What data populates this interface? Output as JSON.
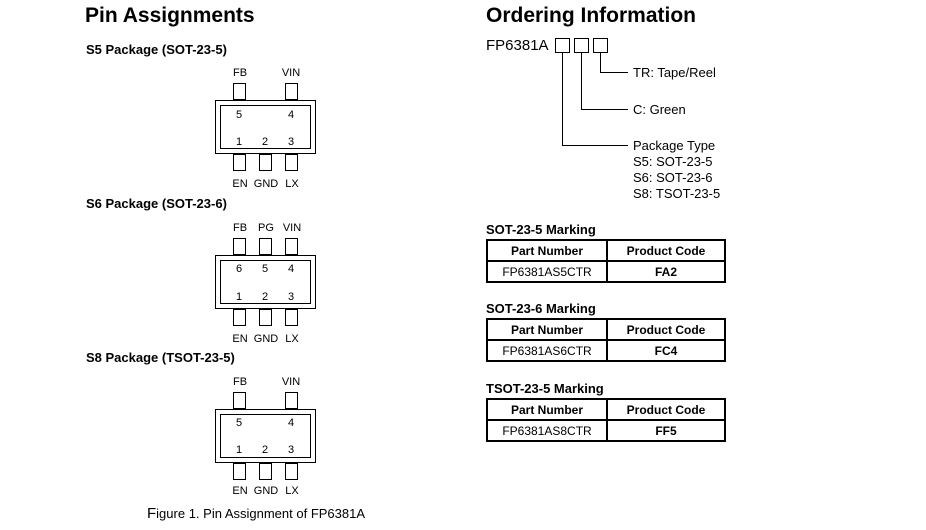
{
  "pin_assignments": {
    "title": "Pin Assignments",
    "packages": [
      {
        "title": "S5 Package (SOT-23-5)",
        "top_pins": [
          {
            "label": "FB",
            "number": "5"
          },
          {
            "label": "VIN",
            "number": "4"
          }
        ],
        "bottom_pins": [
          {
            "label": "EN",
            "number": "1"
          },
          {
            "label": "GND",
            "number": "2"
          },
          {
            "label": "LX",
            "number": "3"
          }
        ]
      },
      {
        "title": "S6 Package (SOT-23-6)",
        "top_pins": [
          {
            "label": "FB",
            "number": "6"
          },
          {
            "label": "PG",
            "number": "5"
          },
          {
            "label": "VIN",
            "number": "4"
          }
        ],
        "bottom_pins": [
          {
            "label": "EN",
            "number": "1"
          },
          {
            "label": "GND",
            "number": "2"
          },
          {
            "label": "LX",
            "number": "3"
          }
        ]
      },
      {
        "title": "S8 Package (TSOT-23-5)",
        "top_pins": [
          {
            "label": "FB",
            "number": "5"
          },
          {
            "label": "VIN",
            "number": "4"
          }
        ],
        "bottom_pins": [
          {
            "label": "EN",
            "number": "1"
          },
          {
            "label": "GND",
            "number": "2"
          },
          {
            "label": "LX",
            "number": "3"
          }
        ]
      }
    ],
    "caption_prefix": "F",
    "caption_rest": "igure 1. Pin Assignment of FP6381A"
  },
  "ordering": {
    "title": "Ordering Information",
    "base_part": "FP6381A",
    "tape_reel": "TR: Tape/Reel",
    "green": "C: Green",
    "package_type": [
      "Package Type",
      "S5: SOT-23-5",
      "S6: SOT-23-6",
      "S8: TSOT-23-5"
    ]
  },
  "markings": {
    "headers": [
      "Part Number",
      "Product Code"
    ],
    "tables": [
      {
        "title": "SOT-23-5 Marking",
        "part_number": "FP6381AS5CTR",
        "product_code": "FA2"
      },
      {
        "title": "SOT-23-6 Marking",
        "part_number": "FP6381AS6CTR",
        "product_code": "FC4"
      },
      {
        "title": "TSOT-23-5 Marking",
        "part_number": "FP6381AS8CTR",
        "product_code": "FF5"
      }
    ]
  }
}
